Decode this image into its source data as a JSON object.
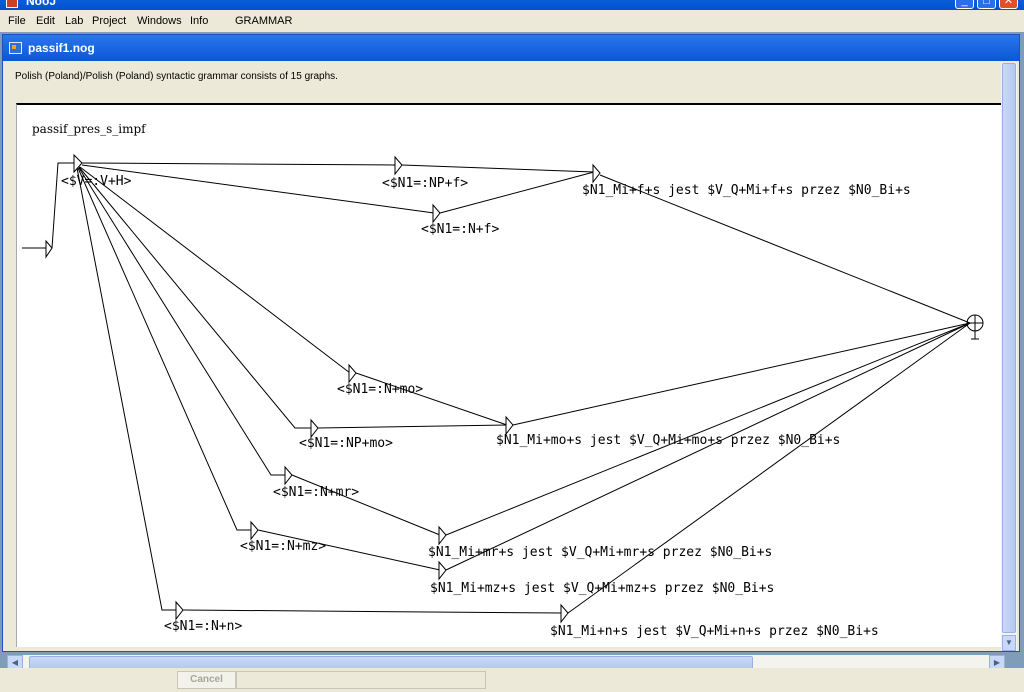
{
  "app": {
    "title": "NooJ"
  },
  "menu": [
    "File",
    "Edit",
    "Lab",
    "Project",
    "Windows",
    "Info",
    "GRAMMAR"
  ],
  "document": {
    "title": "passif1.nog",
    "info": "Polish (Poland)/Polish (Poland) syntactic grammar consists of 15 graphs."
  },
  "graph": {
    "name": "passif_pres_s_impf",
    "nodes": {
      "verb": "<$V=:V+H>",
      "np_f": "<$N1=:NP+f>",
      "n_f": "<$N1=:N+f>",
      "out_f": "$N1_Mi+f+s jest $V_Q+Mi+f+s przez $N0_Bi+s",
      "n_mo": "<$N1=:N+mo>",
      "np_mo": "<$N1=:NP+mo>",
      "out_mo": "$N1_Mi+mo+s jest $V_Q+Mi+mo+s przez $N0_Bi+s",
      "n_mr": "<$N1=:N+mr>",
      "out_mr": "$N1_Mi+mr+s jest $V_Q+Mi+mr+s przez $N0_Bi+s",
      "n_mz": "<$N1=:N+mz>",
      "out_mz": "$N1_Mi+mz+s jest $V_Q+Mi+mz+s przez $N0_Bi+s",
      "n_n": "<$N1=:N+n>",
      "out_n": "$N1_Mi+n+s jest $V_Q+Mi+n+s przez $N0_Bi+s"
    }
  },
  "status": {
    "cancel_label": "Cancel"
  },
  "colors": {
    "titlebar": "#0a5fd8",
    "canvas": "#ffffff",
    "edges": "#000000"
  },
  "icons": [
    "minimize-icon",
    "maximize-icon",
    "close-icon",
    "document-icon",
    "terminal-node-icon",
    "arrow-down-icon",
    "arrow-left-icon",
    "arrow-right-icon"
  ]
}
